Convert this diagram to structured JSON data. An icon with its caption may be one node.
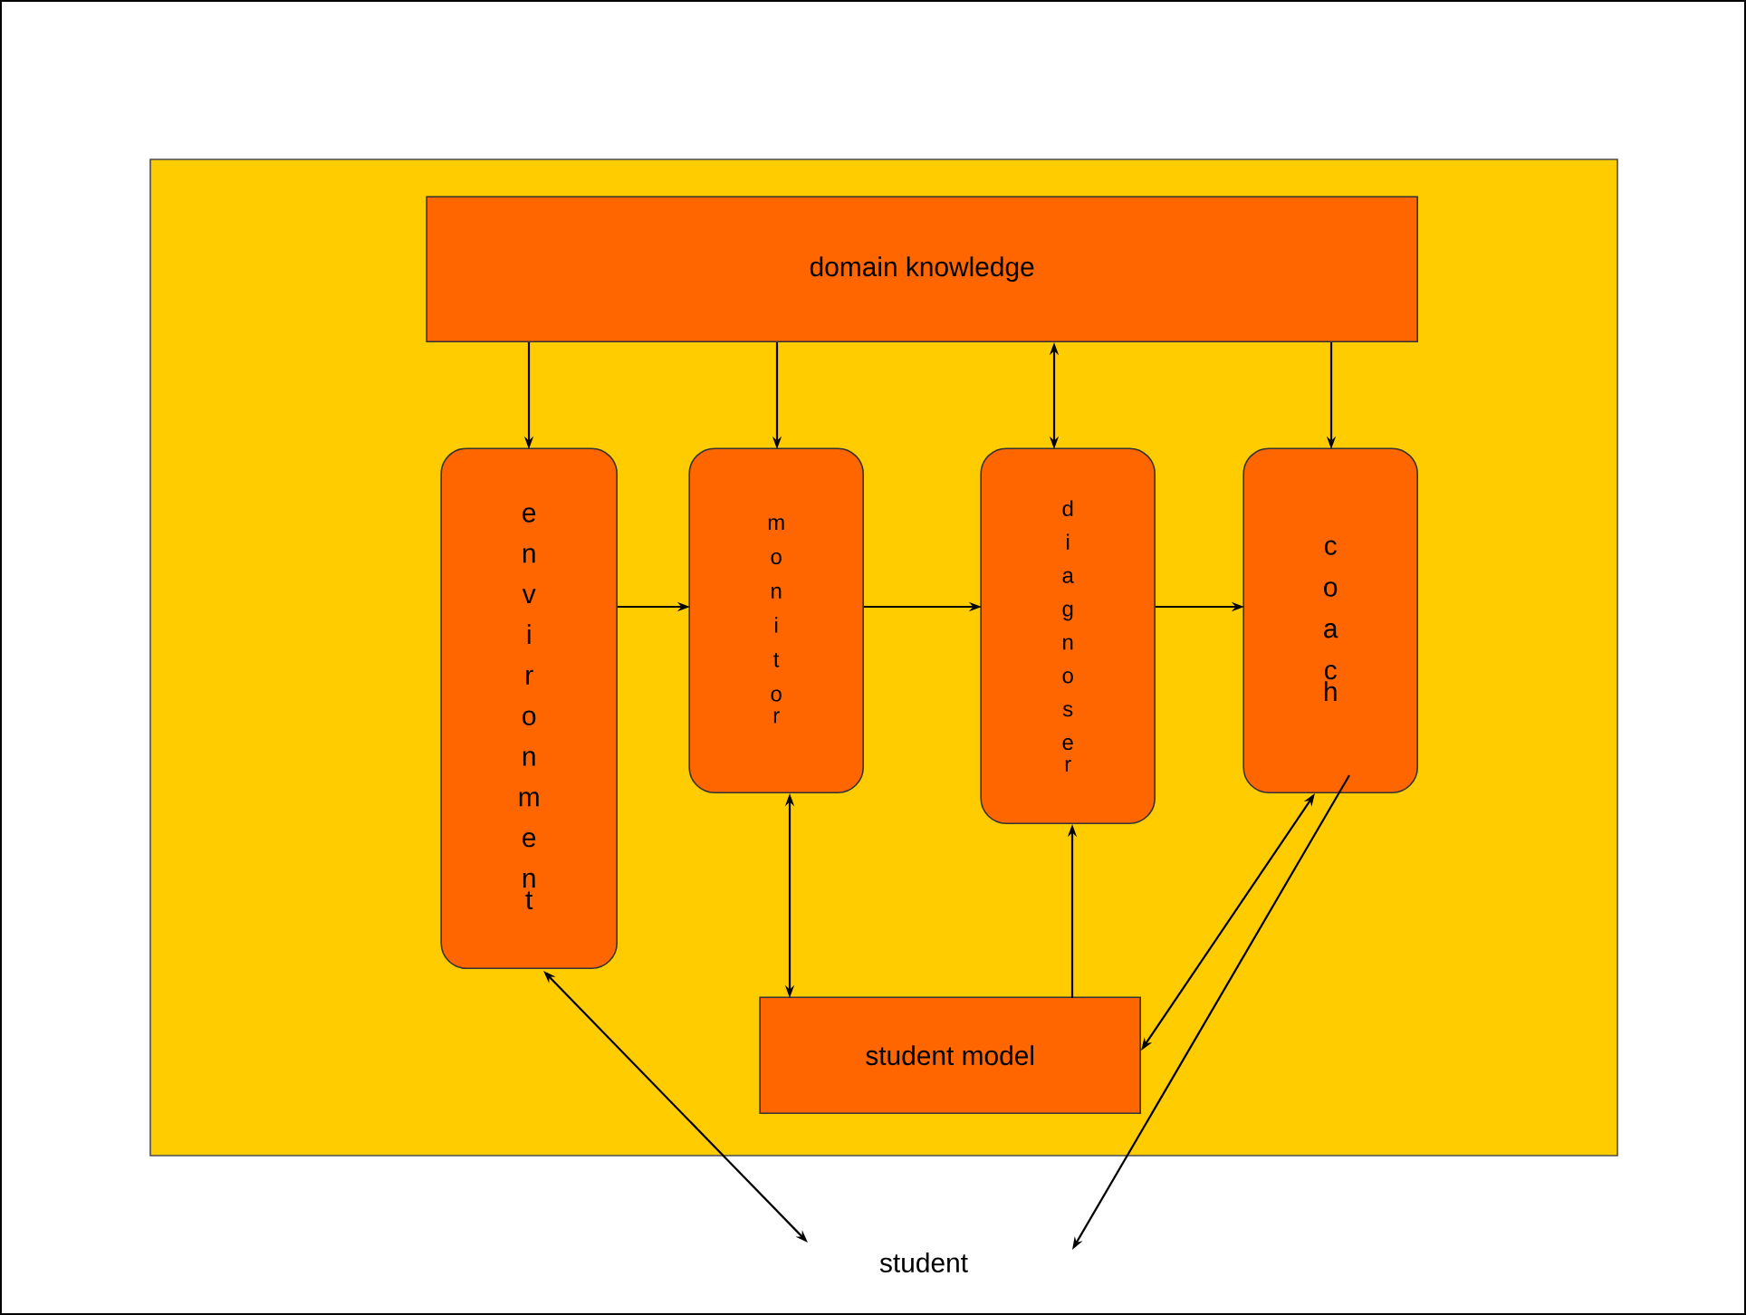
{
  "diagram": {
    "nodes": [
      {
        "text": [],
        "shape": "box"
      },
      {
        "text": [
          "domain knowledge"
        ],
        "in": 0
      },
      {
        "text": [
          "environment"
        ],
        "in": 0
      },
      {
        "text": [
          "monitor"
        ],
        "in": 0
      },
      {
        "text": [
          "diagnoser"
        ],
        "in": 0
      },
      {
        "text": [
          "coach"
        ],
        "in": 0
      },
      {
        "text": [
          "student model"
        ],
        "in": 0
      },
      {
        "text": [
          "student"
        ]
      }
    ],
    "edges": [
      {
        "from": 1,
        "to": 2,
        "arrow": "to"
      },
      {
        "from": 1,
        "to": 3,
        "arrow": "to"
      },
      {
        "from": 1,
        "to": 4,
        "arrow": "both"
      },
      {
        "from": 1,
        "to": 5,
        "arrow": "to"
      },
      {
        "from": 2,
        "to": 3,
        "arrow": "to"
      },
      {
        "from": 3,
        "to": 4,
        "arrow": "to"
      },
      {
        "from": 4,
        "to": 5,
        "arrow": "to"
      },
      {
        "from": 3,
        "to": 6,
        "arrow": "both"
      },
      {
        "from": 6,
        "to": 4,
        "arrow": "to"
      },
      {
        "from": 6,
        "to": 5,
        "arrow": "both"
      },
      {
        "from": 5,
        "to": 7,
        "arrow": "to"
      },
      {
        "from": 2,
        "to": 7,
        "arrow": "both"
      }
    ]
  }
}
